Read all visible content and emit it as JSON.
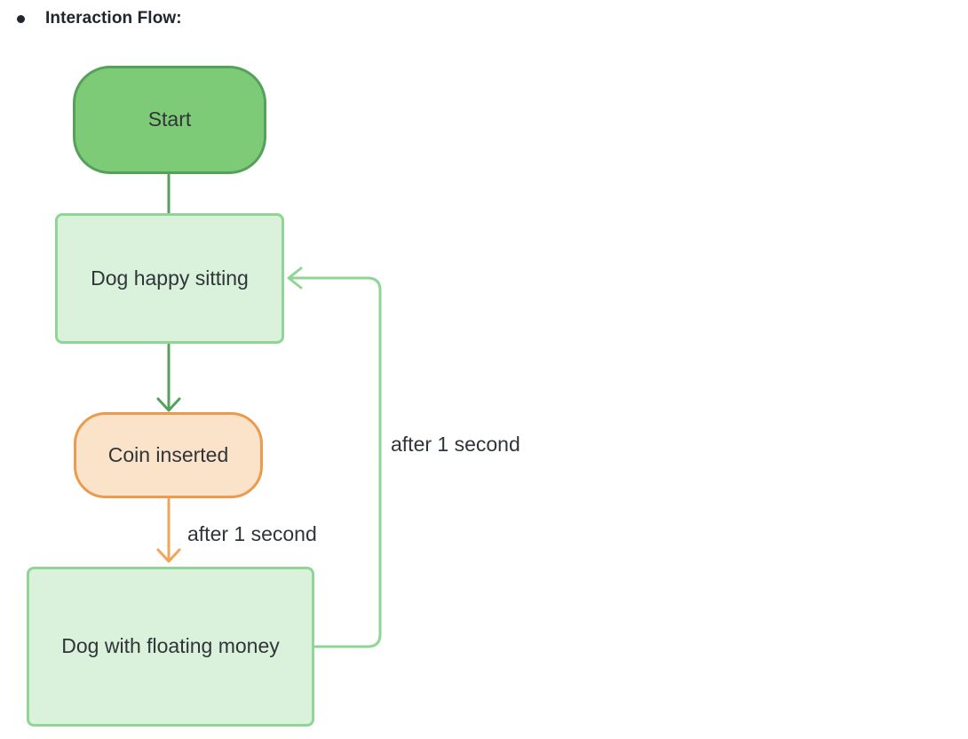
{
  "header": {
    "bullet": "•",
    "title": "Interaction Flow:"
  },
  "flowchart": {
    "type": "flowchart",
    "direction": "top-down",
    "nodes": [
      {
        "id": "start",
        "label": "Start",
        "shape": "stadium",
        "fill": "#7ecb77",
        "border": "#55a05b"
      },
      {
        "id": "dog-happy-sitting",
        "label": "Dog happy sitting",
        "shape": "rect",
        "fill": "#daf1db",
        "border": "#8fd695"
      },
      {
        "id": "coin-inserted",
        "label": "Coin inserted",
        "shape": "stadium",
        "fill": "#fae3c9",
        "border": "#ec9b4e"
      },
      {
        "id": "dog-floating-money",
        "label": "Dog with floating money",
        "shape": "rect",
        "fill": "#daf1db",
        "border": "#8fd695"
      }
    ],
    "edges": [
      {
        "from": "start",
        "to": "dog-happy-sitting",
        "label": "",
        "color": "#55a05b",
        "arrowhead": false
      },
      {
        "from": "dog-happy-sitting",
        "to": "coin-inserted",
        "label": "",
        "color": "#55a05b",
        "arrowhead": true
      },
      {
        "from": "coin-inserted",
        "to": "dog-floating-money",
        "label": "after 1 second",
        "color": "#f2a558",
        "arrowhead": true
      },
      {
        "from": "dog-floating-money",
        "to": "dog-happy-sitting",
        "label": "after 1 second",
        "color": "#8fd695",
        "arrowhead": true
      }
    ],
    "text_color": "#30353a"
  }
}
